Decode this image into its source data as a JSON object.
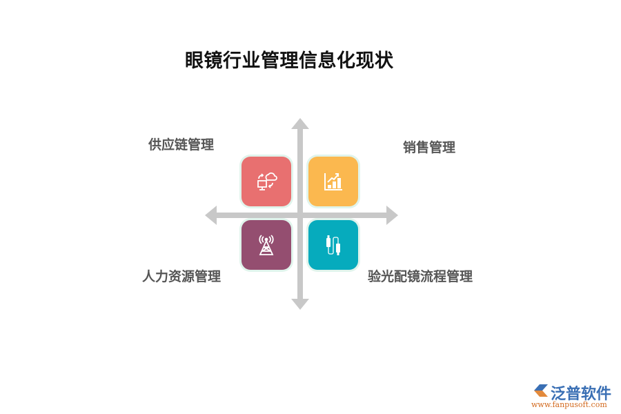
{
  "title": "眼镜行业管理信息化现状",
  "quadrants": [
    {
      "label": "供应链管理",
      "icon": "cloud-computer-sync-icon",
      "color": "#e87070"
    },
    {
      "label": "销售管理",
      "icon": "bar-chart-growth-icon",
      "color": "#fbb84f"
    },
    {
      "label": "人力资源管理",
      "icon": "signal-tower-icon",
      "color": "#944e70"
    },
    {
      "label": "验光配镜流程管理",
      "icon": "usb-cable-icon",
      "color": "#06abbd"
    }
  ],
  "axis_color": "#c8c8c8",
  "logo": {
    "name": "泛普软件",
    "url": "www.fanpusoft.com"
  }
}
